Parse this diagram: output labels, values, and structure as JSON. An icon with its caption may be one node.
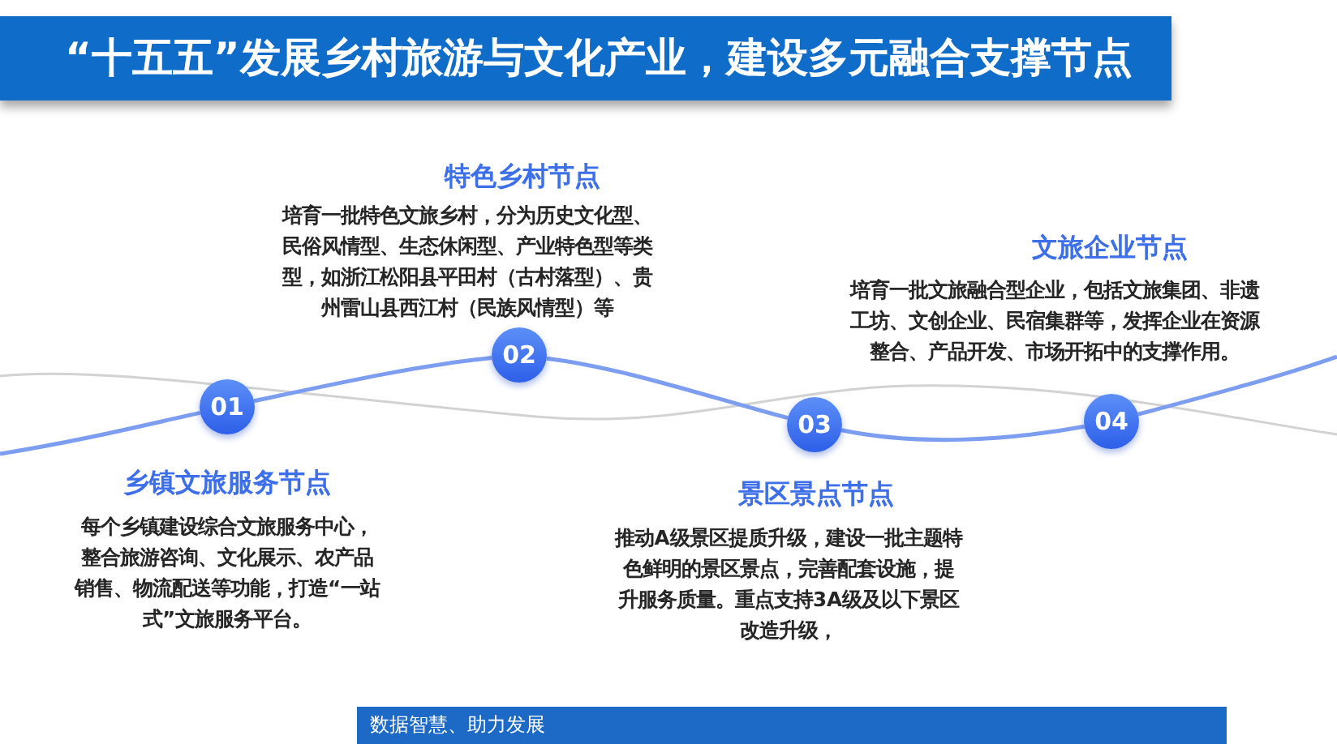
{
  "diagram": {
    "title": "“十五五”发展乡村旅游与文化产业，建设多元融合支撑节点",
    "nodes": [
      {
        "text": [
          "01"
        ],
        "beside": [
          "乡镇文旅服务节点",
          "每个乡镇建设综合文旅服务中心，整合旅游咨询、文化展示、农产品销售、物流配送等功能，打造“一站式”文旅服务平台。"
        ]
      },
      {
        "text": [
          "02"
        ],
        "beside": [
          "特色乡村节点",
          "培育一批特色文旅乡村，分为历史文化型、民俗风情型、生态休闲型、产业特色型等类型，如浙江松阳县平田村（古村落型）、贵州雷山县西江村（民族风情型）等"
        ]
      },
      {
        "text": [
          "03"
        ],
        "beside": [
          "景区景点节点",
          "推动A级景区提质升级，建设一批主题特色鲜明的景区景点，完善配套设施，提升服务质量。重点支持3A级及以下景区改造升级，"
        ]
      },
      {
        "text": [
          "04"
        ],
        "beside": [
          "文旅企业节点",
          "培育一批文旅融合型企业，包括文旅集团、非遗工坊、文创企业、民宿集群等，发挥企业在资源整合、产品开发、市场开拓中的支撑作用。"
        ]
      }
    ],
    "edges": [
      {
        "from": null,
        "to": 0,
        "arrow": "none"
      },
      {
        "from": 0,
        "to": 1,
        "arrow": "none"
      },
      {
        "from": 1,
        "to": 2,
        "arrow": "none"
      },
      {
        "from": 2,
        "to": 3,
        "arrow": "none"
      },
      {
        "from": 3,
        "to": null,
        "arrow": "none"
      }
    ],
    "labels": [
      "数据智慧、助力发展"
    ]
  }
}
